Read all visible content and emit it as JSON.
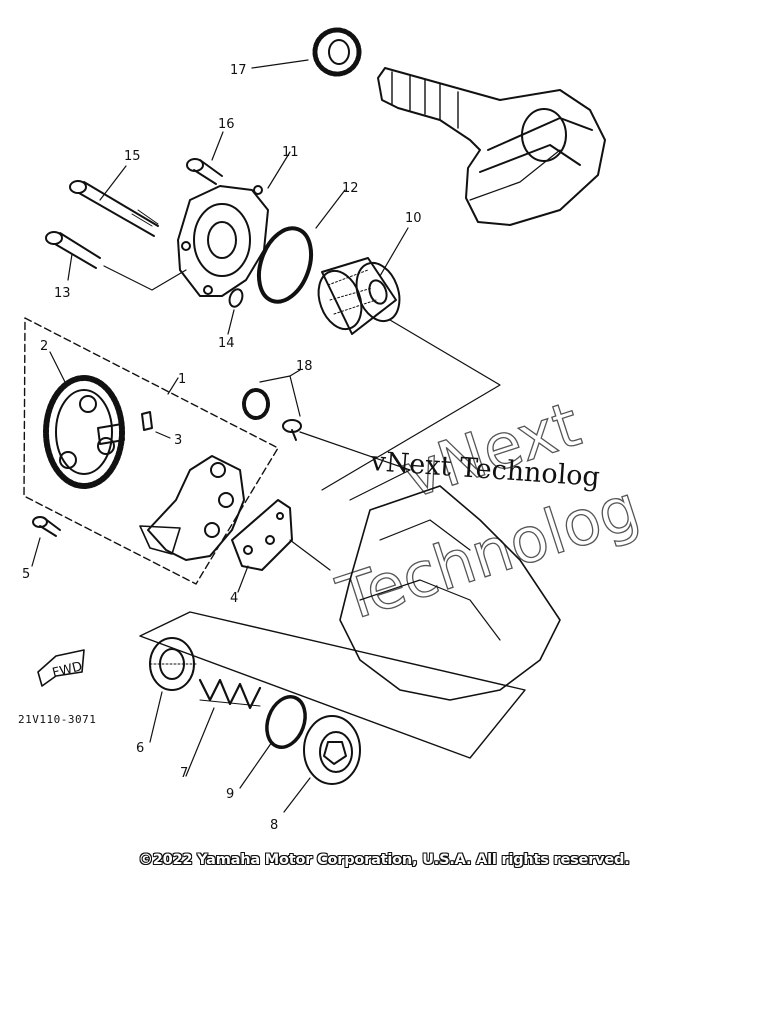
{
  "diagram": {
    "callouts": {
      "c1": "1",
      "c2": "2",
      "c3": "3",
      "c4": "4",
      "c5": "5",
      "c6": "6",
      "c7": "7",
      "c8": "8",
      "c9": "9",
      "c10": "10",
      "c11": "11",
      "c12": "12",
      "c13": "13",
      "c14": "14",
      "c15": "15",
      "c16": "16",
      "c17": "17",
      "c18": "18"
    },
    "fwd_label": "FWD",
    "drawing_code": "21V110-3071"
  },
  "watermark": {
    "large_word_1": "vNext",
    "large_word_2": "Technolog",
    "small_text": "vNext Technolog"
  },
  "footer": {
    "copyright": "©2022 Yamaha Motor Corporation, U.S.A. All rights reserved."
  }
}
